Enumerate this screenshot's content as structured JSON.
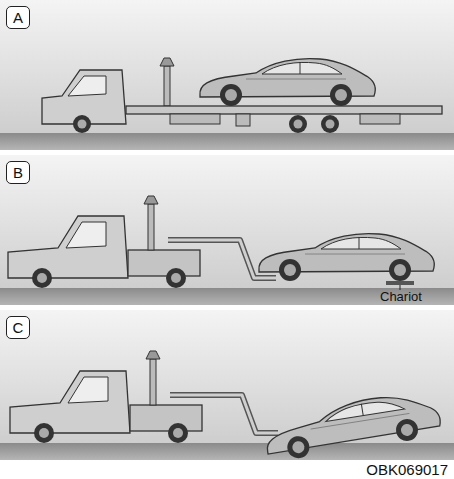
{
  "diagram": {
    "nodes": [
      {
        "text": [
          "A"
        ]
      },
      {
        "text": [
          "B"
        ]
      },
      {
        "text": [
          "C"
        ]
      }
    ],
    "labels": [
      "Chariot",
      "OBK069017"
    ]
  }
}
